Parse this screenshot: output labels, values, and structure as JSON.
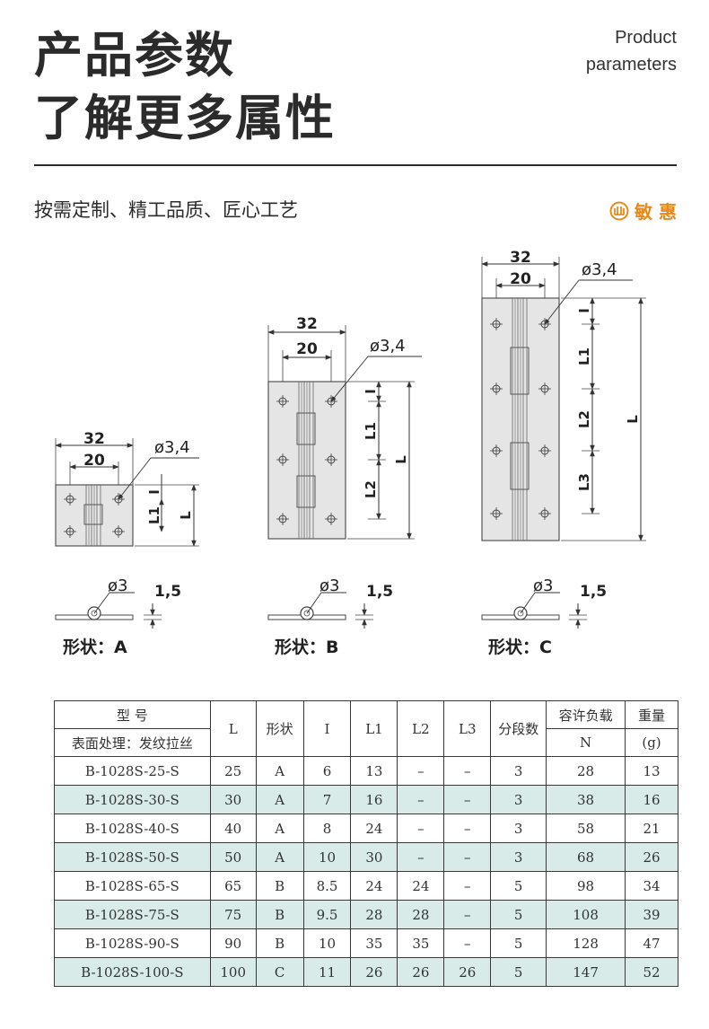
{
  "header": {
    "title_line1": "产品参数",
    "title_line2": "了解更多属性",
    "en_line1": "Product",
    "en_line2": "parameters"
  },
  "tagline": "按需定制、精工品质、匠心工艺",
  "brand": {
    "name": "敏 惠",
    "color": "#e8891c"
  },
  "drawings": {
    "width_outer": "32",
    "width_inner": "20",
    "hole_callout": "ø3,4",
    "pin_callout": "ø3",
    "thickness": "1,5",
    "dim_l": "L",
    "dim_i": "I",
    "dim_l1": "L1",
    "dim_l2": "L2",
    "dim_l3": "L3",
    "shapes": [
      "形状：A",
      "形状：B",
      "形状：C"
    ]
  },
  "table": {
    "header_row1": {
      "model": "型 号",
      "L": "L",
      "shape": "形状",
      "I": "I",
      "L1": "L1",
      "L2": "L2",
      "L3": "L3",
      "segments": "分段数",
      "load": "容许负载",
      "weight": "重量"
    },
    "header_row2": {
      "surface": "表面处理：发纹拉丝",
      "load_unit": "N",
      "weight_unit": "(g)"
    },
    "rows": [
      [
        "B-1028S-25-S",
        "25",
        "A",
        "6",
        "13",
        "–",
        "–",
        "3",
        "28",
        "13"
      ],
      [
        "B-1028S-30-S",
        "30",
        "A",
        "7",
        "16",
        "–",
        "–",
        "3",
        "38",
        "16"
      ],
      [
        "B-1028S-40-S",
        "40",
        "A",
        "8",
        "24",
        "–",
        "–",
        "3",
        "58",
        "21"
      ],
      [
        "B-1028S-50-S",
        "50",
        "A",
        "10",
        "30",
        "–",
        "–",
        "3",
        "68",
        "26"
      ],
      [
        "B-1028S-65-S",
        "65",
        "B",
        "8.5",
        "24",
        "24",
        "–",
        "5",
        "98",
        "34"
      ],
      [
        "B-1028S-75-S",
        "75",
        "B",
        "9.5",
        "28",
        "28",
        "–",
        "5",
        "108",
        "39"
      ],
      [
        "B-1028S-90-S",
        "90",
        "B",
        "10",
        "35",
        "35",
        "–",
        "5",
        "128",
        "47"
      ],
      [
        "B-1028S-100-S",
        "100",
        "C",
        "11",
        "26",
        "26",
        "26",
        "5",
        "147",
        "52"
      ]
    ],
    "shade_color": "#d8ebe8"
  }
}
